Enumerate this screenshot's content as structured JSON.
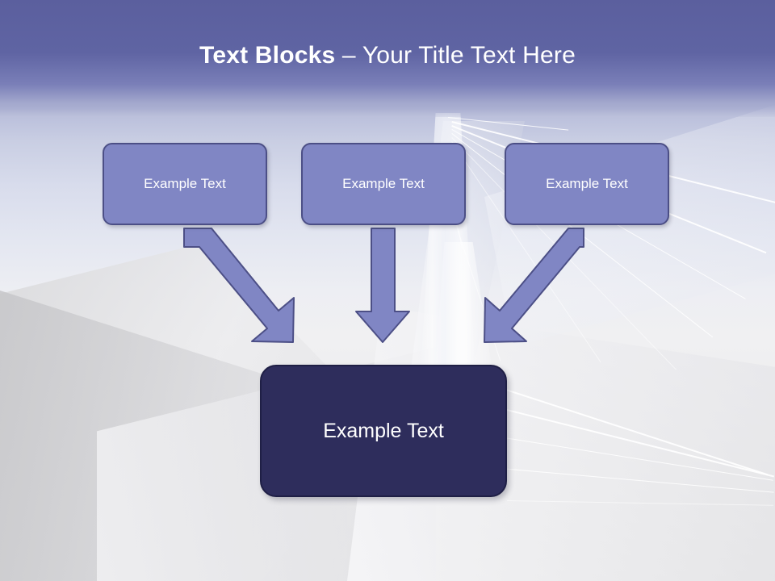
{
  "slide": {
    "title_strong": "Text Blocks",
    "title_separator": " – ",
    "title_light": "Your Title Text Here",
    "title_full": "Text Blocks – Your Title Text Here"
  },
  "colors": {
    "title_band": "#5f64a3",
    "top_box_fill": "#8086c4",
    "top_box_border": "#4c4f86",
    "bottom_box_fill": "#2e2d5c",
    "bottom_box_border": "#1f1f45",
    "arrow_fill": "#8086c4",
    "arrow_border": "#4c4f86",
    "text": "#ffffff"
  },
  "diagram": {
    "top_boxes": [
      {
        "label": "Example Text"
      },
      {
        "label": "Example Text"
      },
      {
        "label": "Example Text"
      }
    ],
    "arrows": [
      {
        "name": "arrow-left-diagonal",
        "direction": "down-right"
      },
      {
        "name": "arrow-center-vertical",
        "direction": "down"
      },
      {
        "name": "arrow-right-diagonal",
        "direction": "down-left"
      }
    ],
    "bottom_box": {
      "label": "Example Text"
    }
  }
}
